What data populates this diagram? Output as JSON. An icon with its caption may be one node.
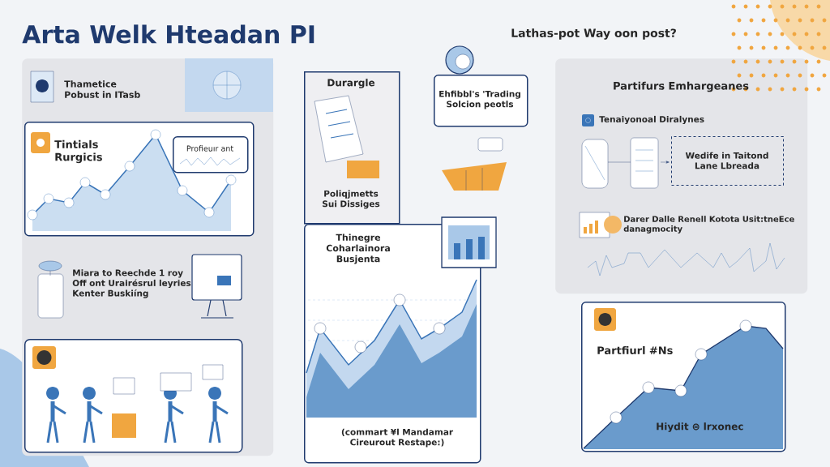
{
  "diagram": {
    "title": "Arta Welk Hteadan PI",
    "nodes": [
      {
        "text": [
          "Thametice Pobust in ITasb",
          "Miara to Reechde 1 roy Off ont Urairésrul leyries Kenter Buskiíng"
        ]
      },
      {
        "text": [
          "Tintials Rurgicis"
        ],
        "in": 0
      },
      {
        "text": [
          "Profieuır ant"
        ],
        "in": 1
      },
      {
        "text": [],
        "shape": "box",
        "in": 0
      },
      {
        "text": [
          "Durargle",
          "Poliqjmetts Sui Dissiges"
        ]
      },
      {
        "text": [
          "Ehfibbl's 'Trading Solcion peotls"
        ]
      },
      {
        "text": [
          "Thinegre Coharlainora Busjenta",
          "(commart ¥l Mandamar Cireurout Restape:)"
        ]
      },
      {
        "text": [
          "Partifurs Emhargeanes",
          "Tenaiyonoal Diralynes",
          "Darer Dalle Renell Kotota Usit:tneEce danagmocity"
        ]
      },
      {
        "text": [
          "Wedife in Taitond Lane Lbreada"
        ],
        "in": 7
      },
      {
        "text": [
          "Partfiurl #Ns",
          "Hiydit ⊜ lrxonec"
        ]
      }
    ],
    "labels": [
      "Lathas-pot Way oon post?"
    ]
  }
}
